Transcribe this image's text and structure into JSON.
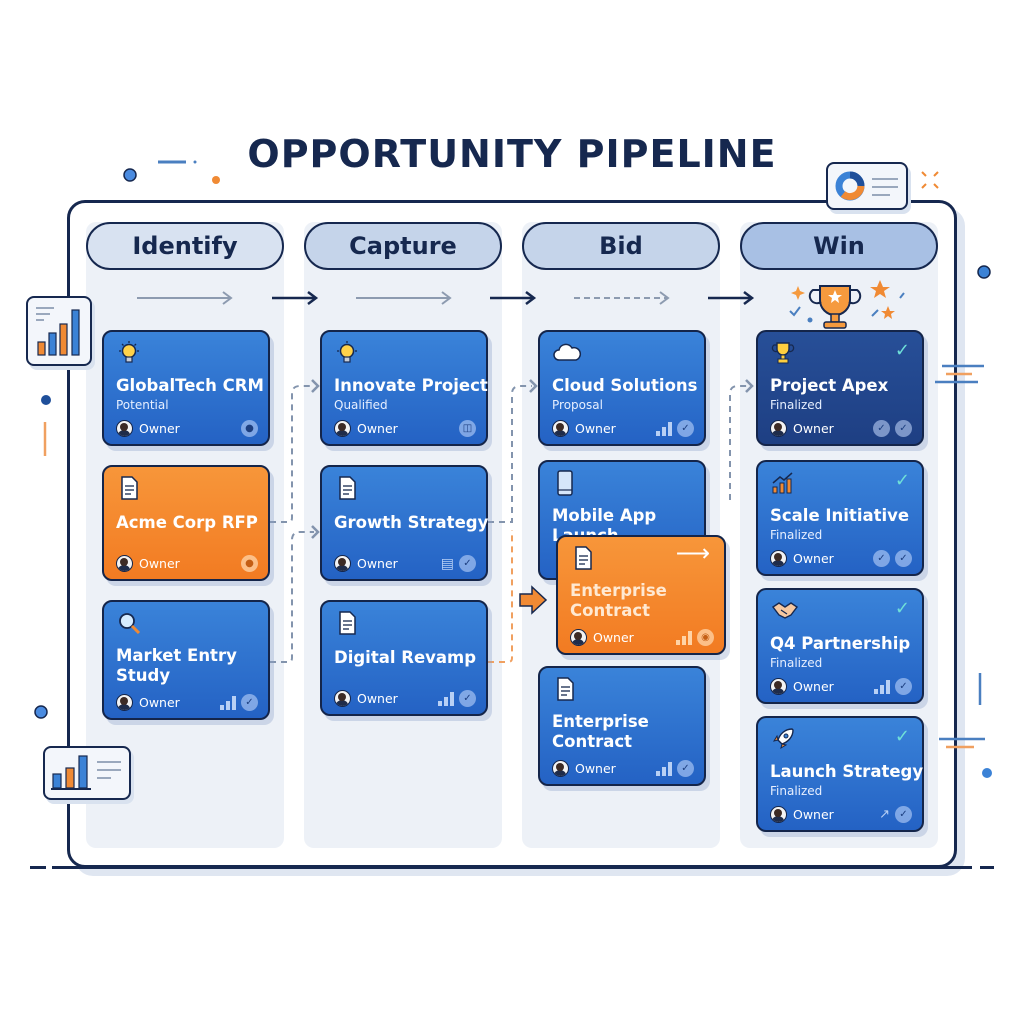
{
  "title": "OPPORTUNITY PIPELINE",
  "colors": {
    "navy": "#16284f",
    "card_blue": "#2d6fd0",
    "card_orange": "#f5872e",
    "card_navy": "#234891",
    "lane_bg": "#edf1f7",
    "accent_teal": "#6fe0d8"
  },
  "stages": [
    {
      "label": "Identify"
    },
    {
      "label": "Capture"
    },
    {
      "label": "Bid"
    },
    {
      "label": "Win"
    }
  ],
  "cards": {
    "identify": [
      {
        "title": "GlobalTech CRM",
        "status": "Potential",
        "owner": "Owner",
        "icon": "lightbulb-icon",
        "action": "lightbulb-badge"
      },
      {
        "title": "Acme Corp RFP",
        "status": "",
        "owner": "Owner",
        "icon": "document-icon",
        "action": "lightbulb-badge",
        "highlight": "orange"
      },
      {
        "title": "Market Entry",
        "title2": "Study",
        "status": "",
        "owner": "Owner",
        "icon": "magnifier-icon",
        "action": "bars-check"
      }
    ],
    "capture": [
      {
        "title": "Innovate Project",
        "status": "Qualified",
        "owner": "Owner",
        "icon": "lightbulb-icon",
        "action": "cup-badge"
      },
      {
        "title": "Growth Strategy",
        "status": "",
        "owner": "Owner",
        "icon": "document-icon",
        "action": "doc-check"
      },
      {
        "title": "Digital Revamp",
        "status": "",
        "owner": "Owner",
        "icon": "document-icon",
        "action": "bars-check"
      }
    ],
    "bid": [
      {
        "title": "Cloud Solutions",
        "status": "Proposal",
        "owner": "Owner",
        "icon": "cloud-icon",
        "action": "bars-check"
      },
      {
        "title": "Mobile App",
        "title2": "Launch",
        "status": "",
        "owner": "",
        "icon": "phone-icon",
        "action": ""
      },
      {
        "title": "Enterprise",
        "title2": "Contract",
        "status": "",
        "owner": "Owner",
        "icon": "document-icon",
        "action": "bars-globe",
        "highlight": "orange",
        "dragging": true
      },
      {
        "title": "Enterprise",
        "title2": "Contract",
        "status": "",
        "owner": "Owner",
        "icon": "document-icon",
        "action": "bars-check"
      }
    ],
    "win": [
      {
        "title": "Project Apex",
        "status": "Finalized",
        "owner": "Owner",
        "icon": "trophy-icon",
        "action": "check-check",
        "highlight": "navy"
      },
      {
        "title": "Scale Initiative",
        "status": "Finalized",
        "owner": "Owner",
        "icon": "growth-chart-icon",
        "action": "check-check"
      },
      {
        "title": "Q4 Partnership",
        "status": "Finalized",
        "owner": "Owner",
        "icon": "handshake-icon",
        "action": "bars-check"
      },
      {
        "title": "Launch Strategy",
        "status": "Finalized",
        "owner": "Owner",
        "icon": "rocket-icon",
        "action": "trend-check"
      }
    ]
  }
}
